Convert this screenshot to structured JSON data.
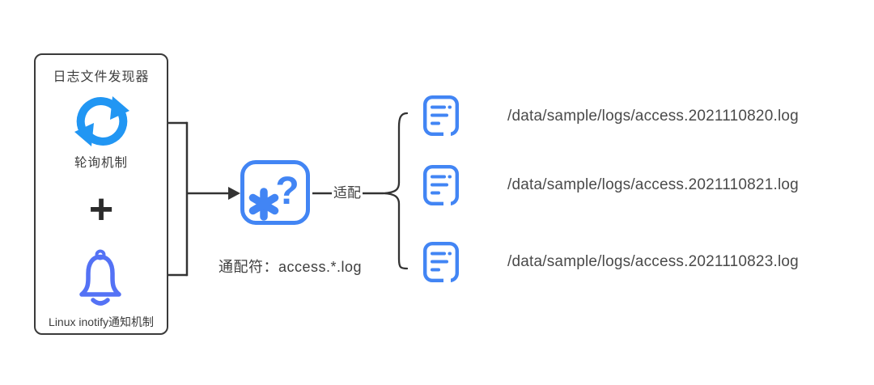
{
  "discoverer": {
    "title": "日志文件发现器",
    "polling": {
      "icon": "sync-refresh-icon",
      "label": "轮询机制"
    },
    "combine_symbol": "+",
    "inotify": {
      "icon": "bell-icon",
      "label": "Linux inotify通知机制"
    }
  },
  "matcher": {
    "icon": "wildcard-asterisk-question-icon",
    "glyph_question": "?",
    "caption": "通配符：access.*.log"
  },
  "edge": {
    "label": "适配"
  },
  "files": {
    "icon": "log-file-icon",
    "items": [
      "/data/sample/logs/access.2021110820.log",
      "/data/sample/logs/access.2021110821.log",
      "/data/sample/logs/access.2021110823.log"
    ]
  },
  "colors": {
    "sync_icon": "#2196F3",
    "bell_icon": "#5472F5",
    "matcher_icon": "#4285F4",
    "file_icon": "#4285F4",
    "connector": "#333333",
    "box_border": "#3A3A3A",
    "text": "#3F3F3F",
    "path_text": "#4A4A4A",
    "background": "#FFFFFF"
  }
}
